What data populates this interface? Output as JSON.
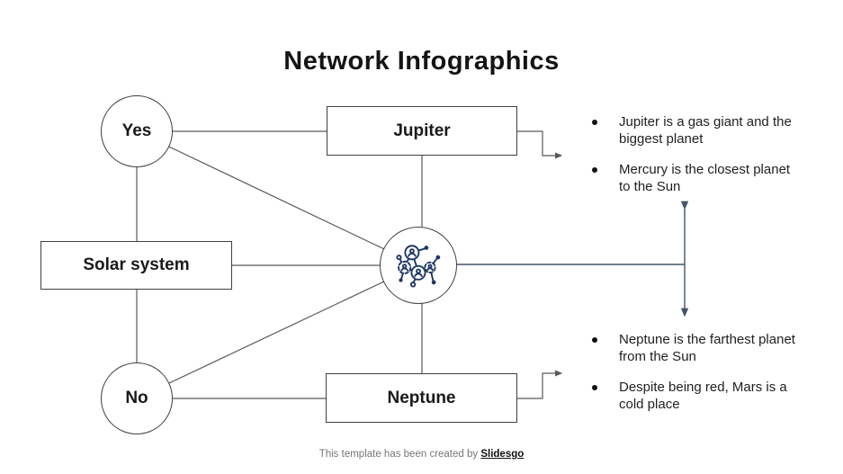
{
  "title": "Network Infographics",
  "nodes": {
    "yes": {
      "label": "Yes"
    },
    "jupiter": {
      "label": "Jupiter"
    },
    "solar": {
      "label": "Solar system"
    },
    "no": {
      "label": "No"
    },
    "neptune": {
      "label": "Neptune"
    },
    "hub_icon": "network-people-icon"
  },
  "bullets_top": [
    {
      "text": "Jupiter is a gas giant and the biggest planet"
    },
    {
      "text": "Mercury is the closest planet to the Sun"
    }
  ],
  "bullets_bottom": [
    {
      "text": "Neptune is the farthest planet from the Sun"
    },
    {
      "text": "Despite being red, Mars is a cold place"
    }
  ],
  "footer": {
    "text": "This template has been created by ",
    "brand": "Slidesgo"
  },
  "colors": {
    "line": "#595959",
    "shape_border": "#3f3f3f",
    "accent_line": "#44546a",
    "icon": "#1f3864",
    "text": "#141414"
  }
}
